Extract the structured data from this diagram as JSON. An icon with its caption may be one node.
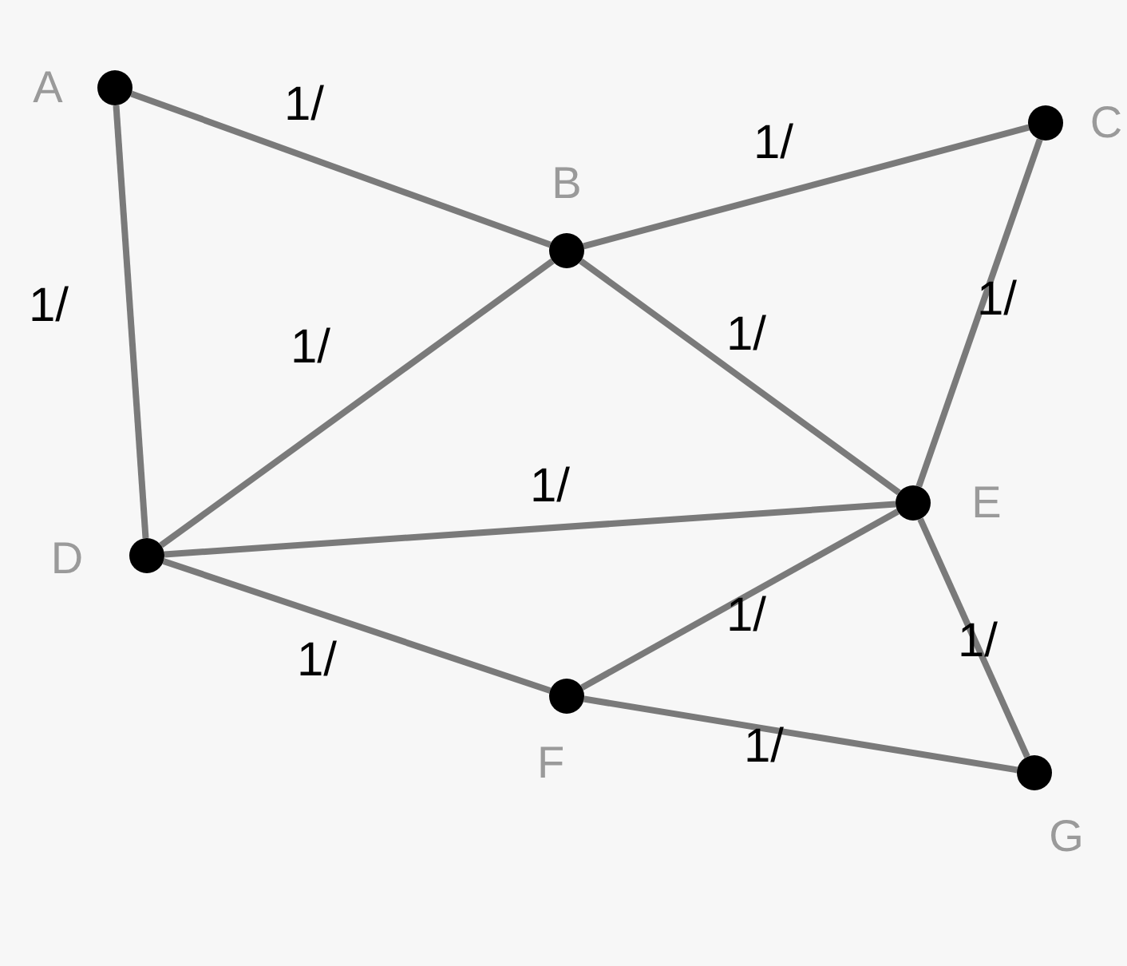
{
  "diagram": {
    "nodes": [
      {
        "text": [
          "A"
        ]
      },
      {
        "text": [
          "B"
        ]
      },
      {
        "text": [
          "C"
        ]
      },
      {
        "text": [
          "D"
        ]
      },
      {
        "text": [
          "E"
        ]
      },
      {
        "text": [
          "F"
        ]
      },
      {
        "text": [
          "G"
        ]
      }
    ],
    "edges": [
      {
        "from": 0,
        "to": 1,
        "arrow": "none",
        "label": "1/"
      },
      {
        "from": 0,
        "to": 3,
        "arrow": "none",
        "label": "1/"
      },
      {
        "from": 1,
        "to": 2,
        "arrow": "none",
        "label": "1/"
      },
      {
        "from": 1,
        "to": 3,
        "arrow": "none",
        "label": "1/"
      },
      {
        "from": 1,
        "to": 4,
        "arrow": "none",
        "label": "1/"
      },
      {
        "from": 2,
        "to": 4,
        "arrow": "none",
        "label": "1/"
      },
      {
        "from": 3,
        "to": 4,
        "arrow": "none",
        "label": "1/"
      },
      {
        "from": 3,
        "to": 5,
        "arrow": "none",
        "label": "1/"
      },
      {
        "from": 5,
        "to": 4,
        "arrow": "none",
        "label": "1/"
      },
      {
        "from": 4,
        "to": 6,
        "arrow": "none",
        "label": "1/"
      },
      {
        "from": 5,
        "to": 6,
        "arrow": "none",
        "label": "1/"
      }
    ]
  }
}
